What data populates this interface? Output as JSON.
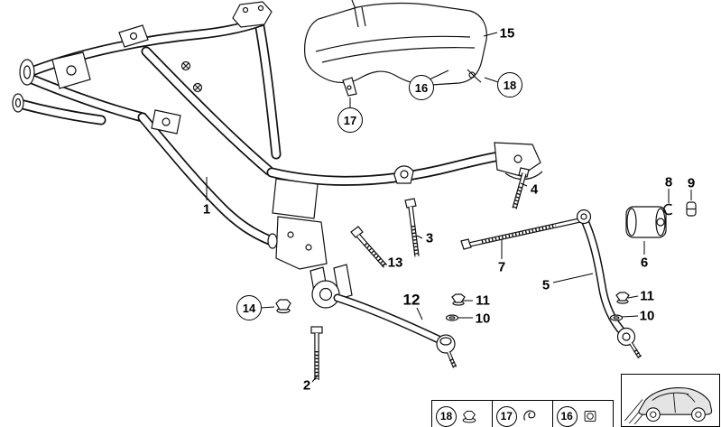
{
  "callouts": {
    "n1": "1",
    "n2": "2",
    "n3": "3",
    "n4": "4",
    "n5": "5",
    "n6": "6",
    "n7": "7",
    "n8": "8",
    "n9": "9",
    "n10a": "10",
    "n10b": "10",
    "n11a": "11",
    "n11b": "11",
    "n12": "12",
    "n13": "13",
    "n14": "14",
    "n15": "15",
    "n16": "16",
    "n17": "17",
    "n18": "18"
  },
  "legend": {
    "items": [
      {
        "label": "18",
        "icon": "flange-nut-icon"
      },
      {
        "label": "17",
        "icon": "retainer-clip-icon"
      },
      {
        "label": "16",
        "icon": "square-nut-icon"
      }
    ]
  },
  "colors": {
    "line": "#111111",
    "background": "#ffffff"
  }
}
